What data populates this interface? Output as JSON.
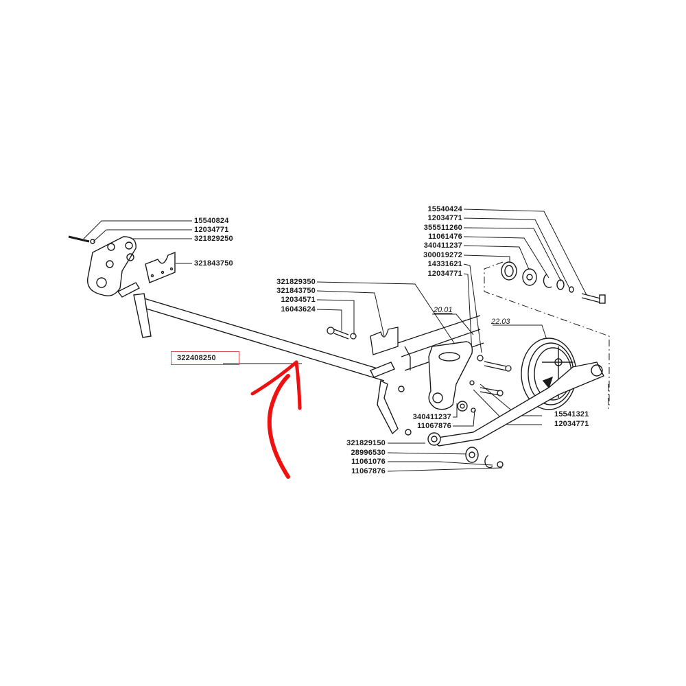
{
  "diagram": {
    "type": "exploded parts diagram",
    "highlighted_part": "322408250",
    "highlight_color": "#e05050",
    "arrow_color": "#ee1111",
    "left_group": {
      "labels": [
        "15540824",
        "12034771",
        "321829250",
        "321843750"
      ]
    },
    "center_group": {
      "labels": [
        "321829350",
        "321843750",
        "12034571",
        "16043624"
      ]
    },
    "right_top_group": {
      "labels": [
        "15540424",
        "12034771",
        "355511260",
        "11061476",
        "340411237",
        "300019272",
        "14331621",
        "12034771"
      ]
    },
    "refs": {
      "ref1": "20.01",
      "ref2": "22.03"
    },
    "mid_group": {
      "labels": [
        "340411237",
        "11067876"
      ]
    },
    "right_mid_group": {
      "labels": [
        "15541321",
        "12034771"
      ]
    },
    "bottom_group": {
      "labels": [
        "321829150",
        "28996530",
        "11061076",
        "11067876"
      ]
    },
    "rod_label": "322408250"
  }
}
